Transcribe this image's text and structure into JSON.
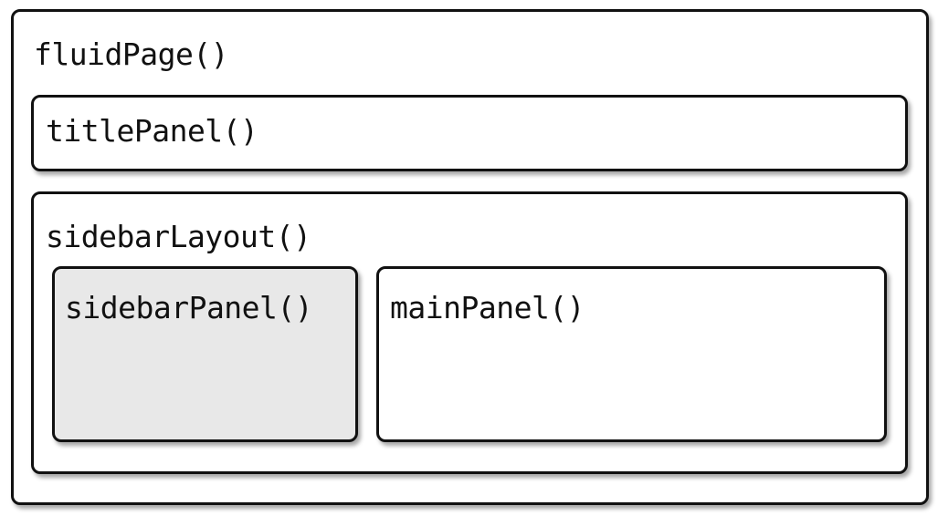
{
  "diagram": {
    "fluid_page": {
      "label": "fluidPage()",
      "fill": "#ffffff"
    },
    "title_panel": {
      "label": "titlePanel()",
      "fill": "#ffffff"
    },
    "sidebar_layout": {
      "label": "sidebarLayout()",
      "fill": "#ffffff"
    },
    "sidebar_panel": {
      "label": "sidebarPanel()",
      "fill": "#e8e8e8"
    },
    "main_panel": {
      "label": "mainPanel()",
      "fill": "#ffffff"
    }
  }
}
